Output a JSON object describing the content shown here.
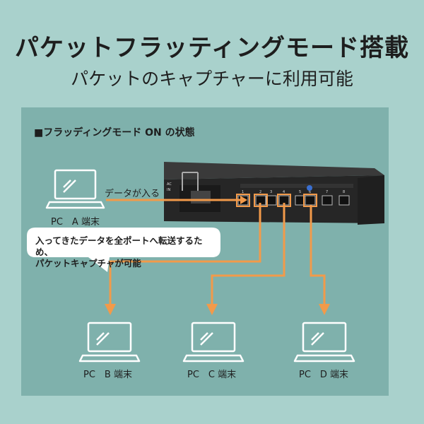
{
  "header": {
    "title": "パケットフラッティングモード搭載",
    "subtitle": "パケットのキャプチャーに利用可能"
  },
  "diagram": {
    "section_label": "■フラッディングモード ON の状態",
    "flow_label": "データが入る",
    "callout_lines": [
      "入ってきたデータを全ポートへ転送するため、",
      "パケットキャプチャが可能"
    ],
    "terminals": {
      "a": "PC　A 端末",
      "b": "PC　B 端末",
      "c": "PC　C 端末",
      "d": "PC　D 端末"
    },
    "port_numbers": [
      "1",
      "2",
      "3",
      "4",
      "5",
      "6",
      "7",
      "8"
    ],
    "colors": {
      "arrow": "#f29a4a",
      "panel": "#7fb1ac",
      "background": "#a9d1cc",
      "device": "#2b2b2b",
      "laptop_outline": "#ffffff"
    }
  }
}
